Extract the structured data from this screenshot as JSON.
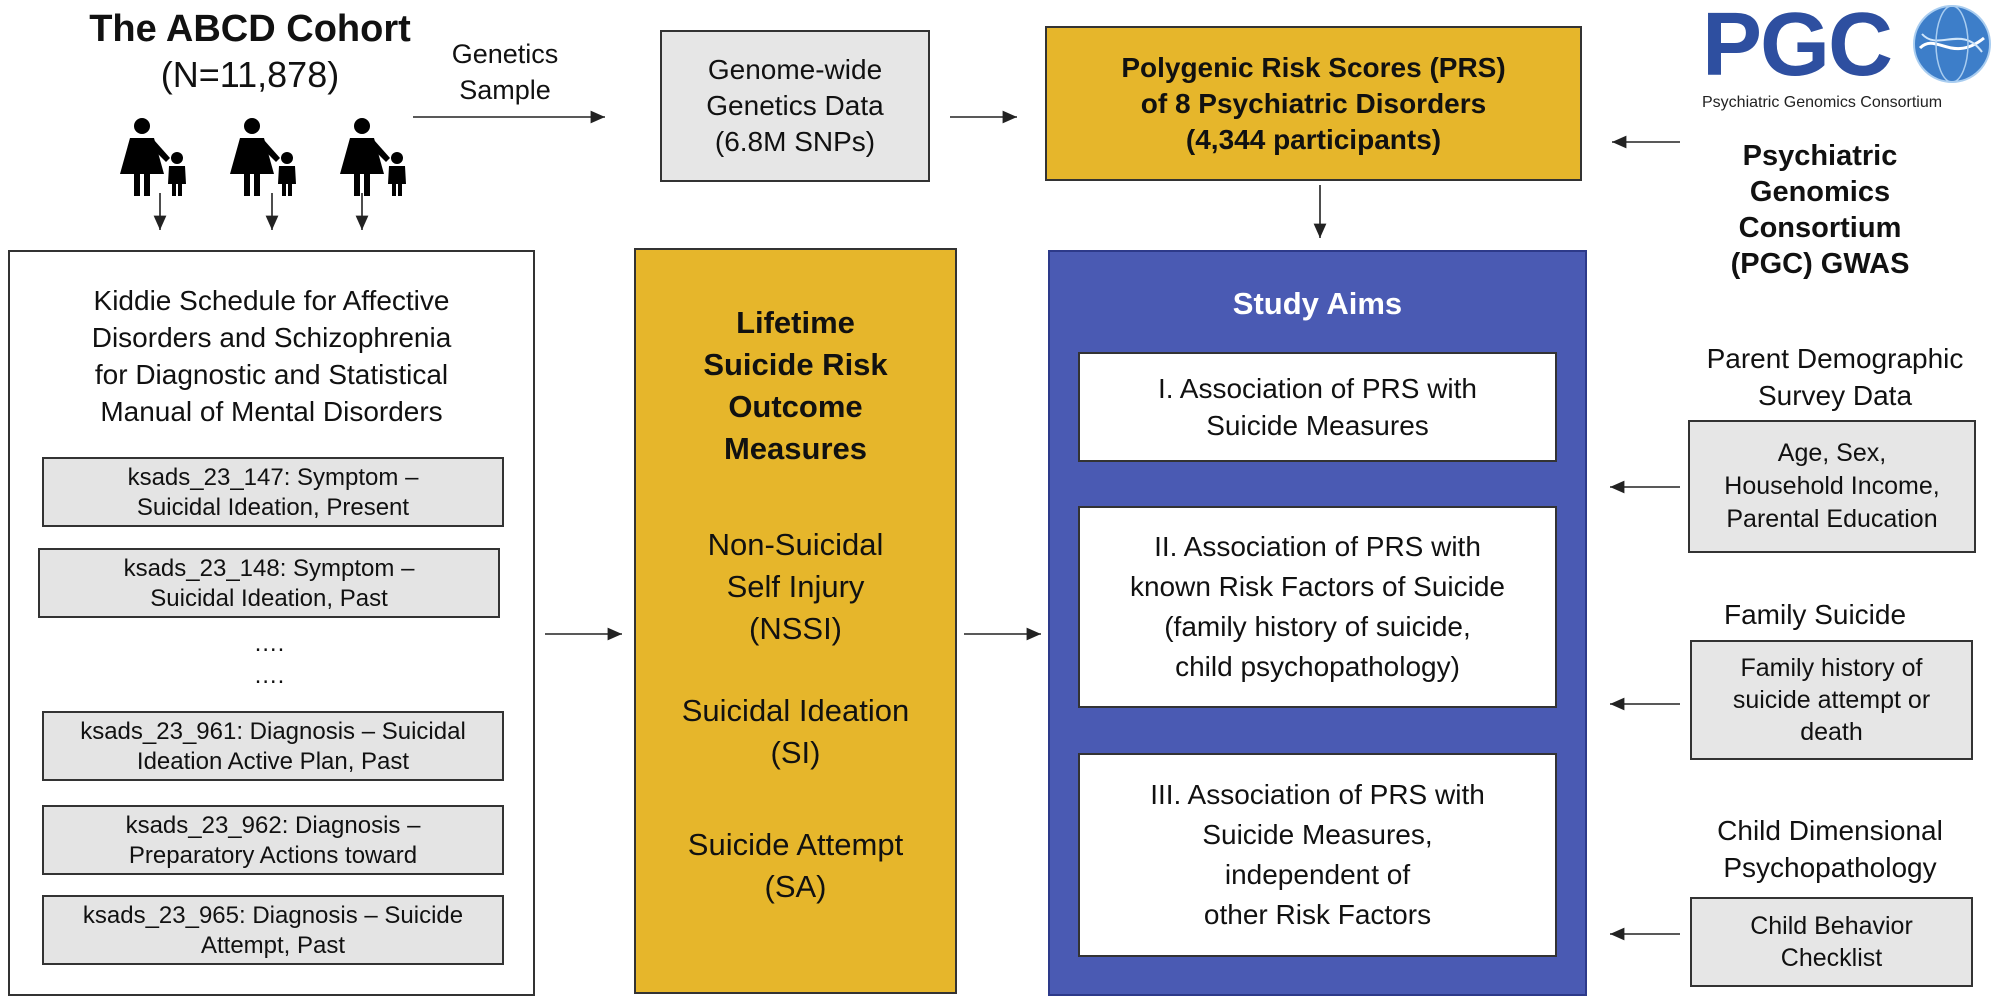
{
  "cohort": {
    "title": "The ABCD Cohort",
    "n": "(N=11,878)"
  },
  "genetics_sample": [
    "Genetics",
    "Sample"
  ],
  "genome_box": [
    "Genome-wide",
    "Genetics Data",
    "(6.8M SNPs)"
  ],
  "prs_box": [
    "Polygenic Risk Scores (PRS)",
    "of 8 Psychiatric Disorders",
    "(4,344 participants)"
  ],
  "pgc_logo": {
    "letters": "PGC",
    "subtitle": "Psychiatric Genomics Consortium"
  },
  "pgc_gwas": [
    "Psychiatric",
    "Genomics",
    "Consortium",
    "(PGC) GWAS"
  ],
  "ksads": {
    "title": [
      "Kiddie Schedule for Affective",
      "Disorders and Schizophrenia",
      "for Diagnostic and Statistical",
      "Manual of Mental Disorders"
    ],
    "items": [
      [
        "ksads_23_147:  Symptom –",
        "Suicidal Ideation, Present"
      ],
      [
        "ksads_23_148:  Symptom –",
        "Suicidal Ideation, Past"
      ],
      [
        "ksads_23_961: Diagnosis – Suicidal",
        "Ideation Active Plan, Past"
      ],
      [
        "ksads_23_962: Diagnosis –",
        "Preparatory Actions toward"
      ],
      [
        "ksads_23_965: Diagnosis – Suicide",
        "Attempt, Past"
      ]
    ],
    "ellipsis": [
      "….",
      "…."
    ]
  },
  "outcomes": {
    "title": [
      "Lifetime",
      "Suicide Risk",
      "Outcome",
      "Measures"
    ],
    "nssi": [
      "Non-Suicidal",
      "Self Injury",
      "(NSSI)"
    ],
    "si": [
      "Suicidal Ideation",
      "(SI)"
    ],
    "sa": [
      "Suicide Attempt",
      "(SA)"
    ]
  },
  "aims": {
    "title": "Study Aims",
    "aim1": [
      "I. Association of PRS with",
      "Suicide Measures"
    ],
    "aim2": [
      "II. Association of PRS with",
      "known Risk Factors of Suicide",
      "(family history of suicide,",
      "child psychopathology)"
    ],
    "aim3": [
      "III. Association of PRS with",
      "Suicide Measures,",
      "independent of",
      "other Risk Factors"
    ]
  },
  "parent_demo": {
    "label": [
      "Parent Demographic",
      "Survey Data"
    ],
    "box": [
      "Age, Sex,",
      "Household Income,",
      "Parental Education"
    ]
  },
  "family_suicide": {
    "label": [
      "Family Suicide"
    ],
    "box": [
      "Family history of",
      "suicide attempt or",
      "death"
    ]
  },
  "child_psych": {
    "label": [
      "Child Dimensional",
      "Psychopathology"
    ],
    "box": [
      "Child Behavior",
      "Checklist"
    ]
  },
  "colors": {
    "yellow": "#e6b62b",
    "blue": "#4a5ab3",
    "grey": "#e6e6e6",
    "pgc_blue": "#2e4fa0"
  },
  "icons": [
    "parent-child-icon",
    "parent-child-icon",
    "parent-child-icon"
  ]
}
